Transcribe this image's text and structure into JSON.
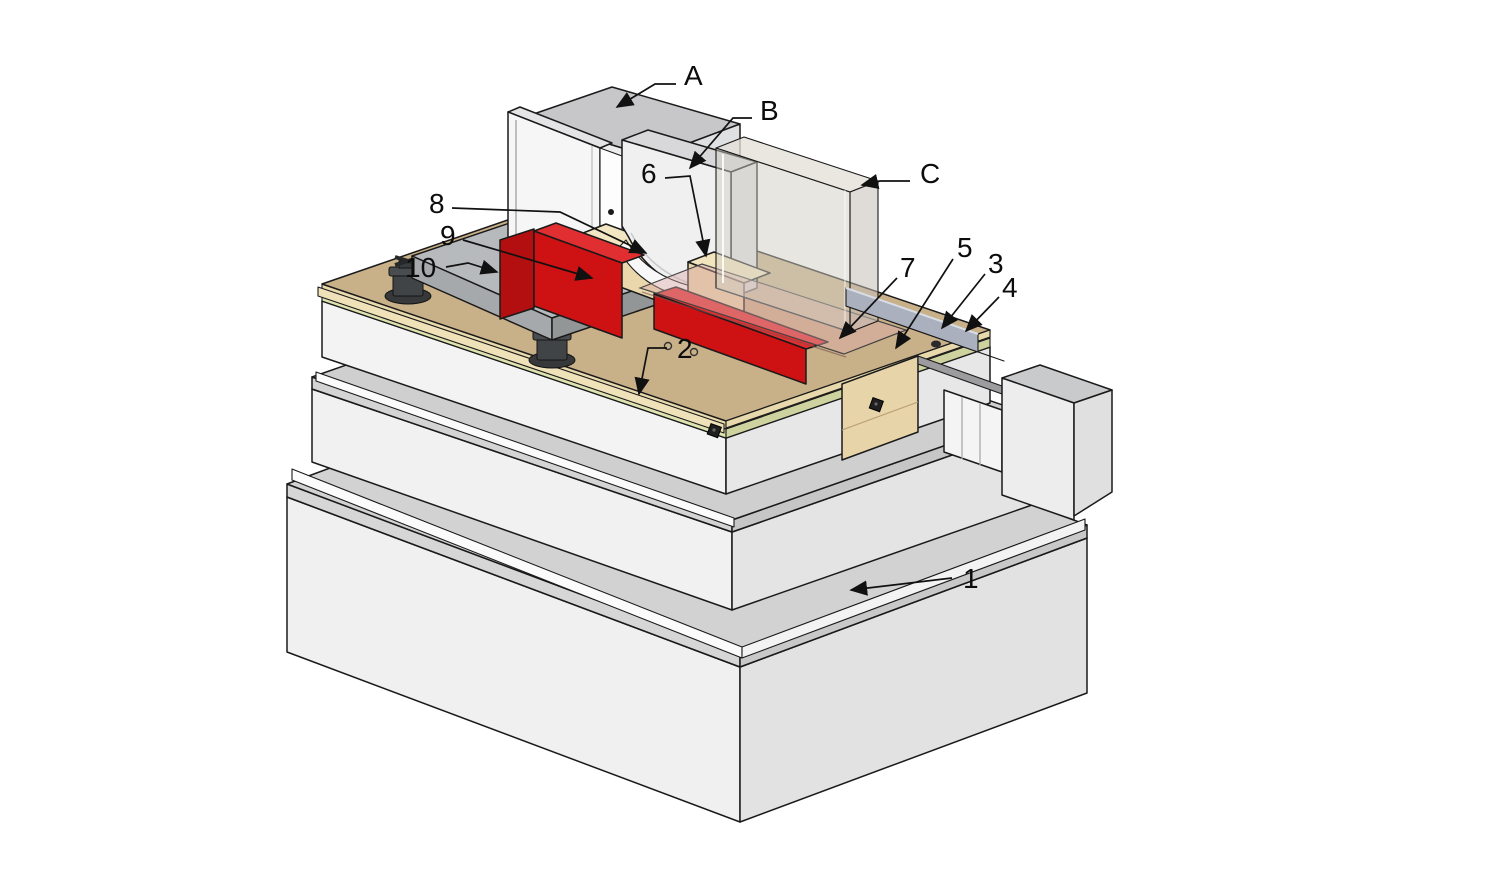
{
  "figure": {
    "type": "axonometric-construction-detail",
    "background": "#ffffff",
    "description": "Exploded isometric detail of terrace door threshold build-up"
  },
  "labels": {
    "A": "A",
    "B": "B",
    "C": "C",
    "1": "1",
    "2": "2",
    "3": "3",
    "4": "4",
    "5": "5",
    "6": "6",
    "7": "7",
    "8": "8",
    "9": "9",
    "10": "10"
  },
  "colors": {
    "outline": "#1a1a1a",
    "concrete_light": "#f0f0f0",
    "concrete_side": "#e2e2e2",
    "gray_band": "#d2d2d2",
    "membrane_red": "#ce1113",
    "membrane_red_top": "#e12f31",
    "membrane_red_dark": "#b30f10",
    "deck_tan": "#c8b088",
    "blocking_tan": "#ead8ac",
    "lip_tan": "#f0e2b8",
    "underlay_green": "#dfe3b0",
    "paver_gray": "#b7babc",
    "pedestal_dark": "#3c3e40",
    "metal_profile": "#aab0bd",
    "glass_tint": "#d2cdc4",
    "glass_sheet_pink": "#deaaaa",
    "drip_white": "#fbfbfb"
  }
}
